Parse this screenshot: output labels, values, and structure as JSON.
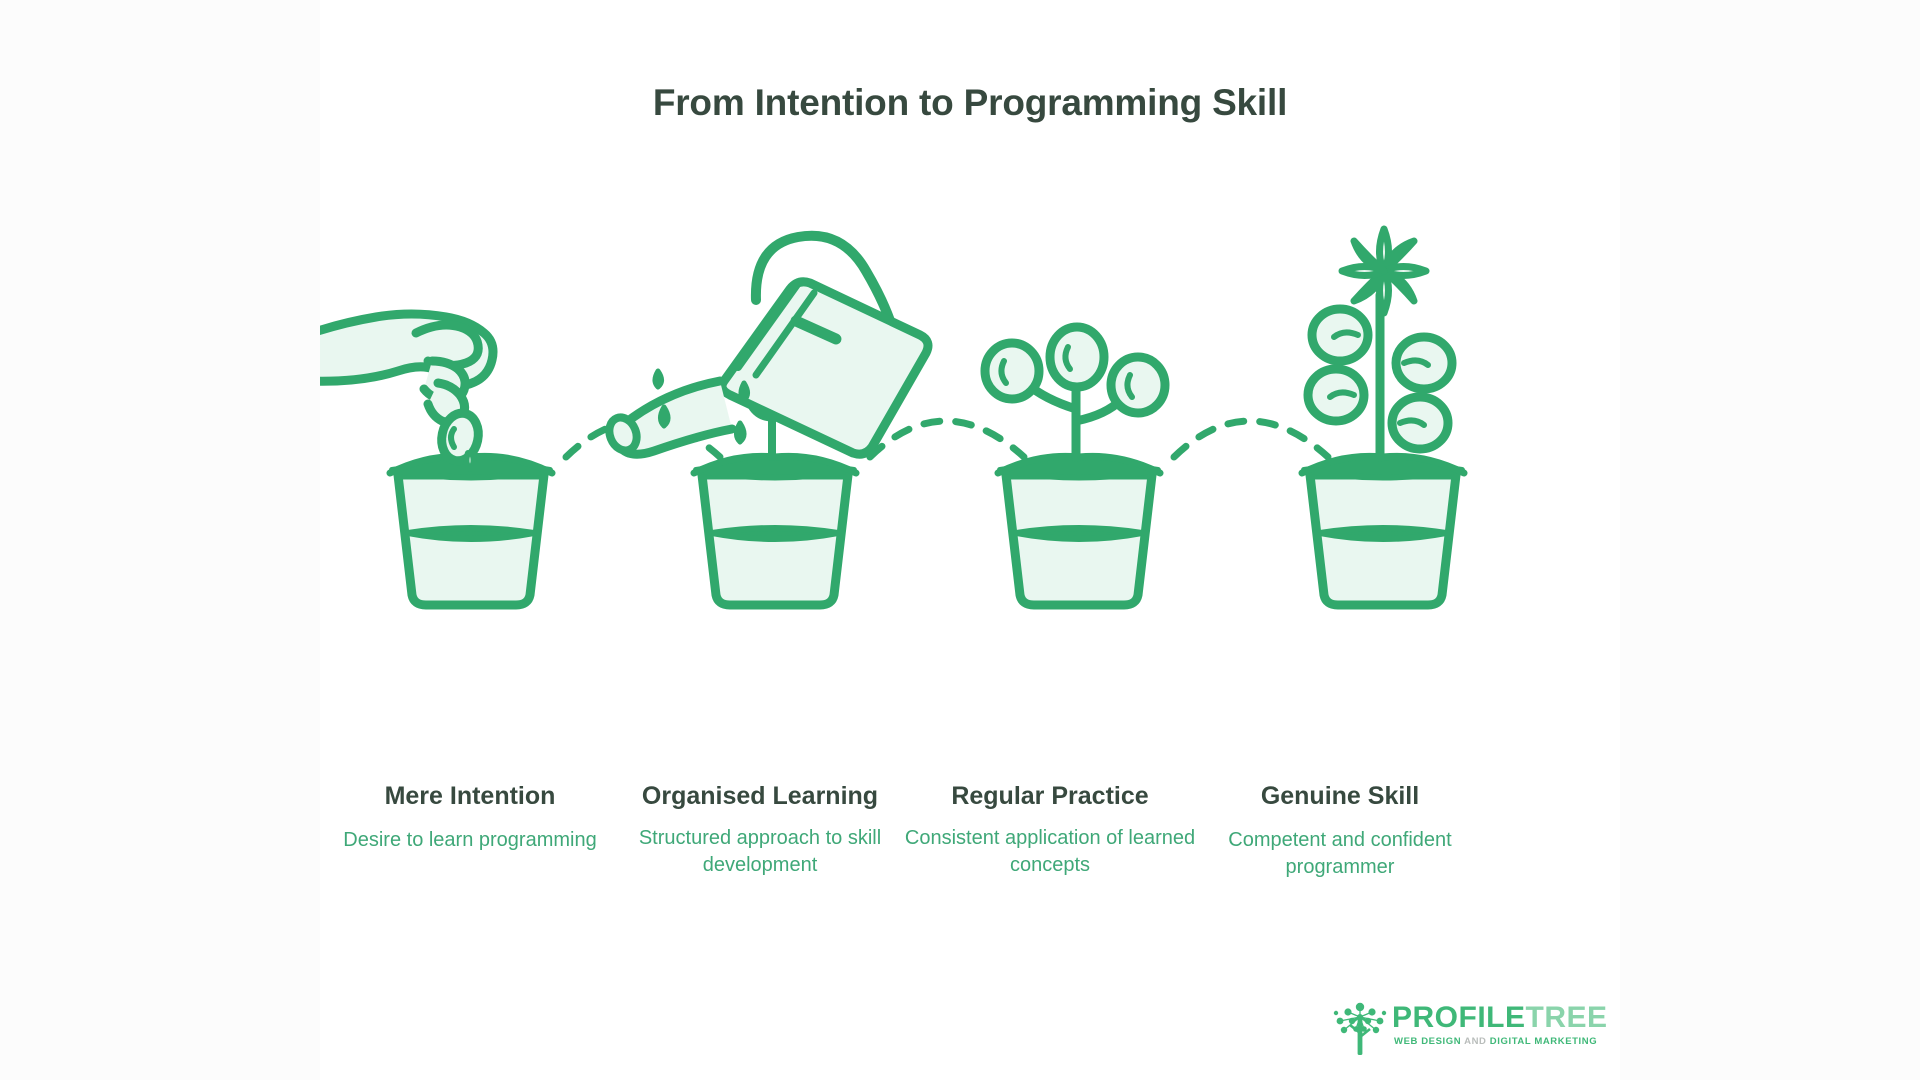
{
  "page": {
    "title": "From Intention to Programming Skill",
    "background_color": "#ffffff",
    "accent_green": "#31a86c",
    "light_green_fill": "#e8f6ef",
    "heading_color": "#37493f",
    "body_text_color": "#3fa878"
  },
  "stages": [
    {
      "heading": "Mere Intention",
      "description": "Desire to learn programming",
      "icon": "hand-planting-seed-icon"
    },
    {
      "heading": "Organised Learning",
      "description": "Structured approach to skill development",
      "icon": "watering-can-icon"
    },
    {
      "heading": "Regular Practice",
      "description": "Consistent application of learned concepts",
      "icon": "sprout-icon"
    },
    {
      "heading": "Genuine Skill",
      "description": "Competent and confident programmer",
      "icon": "flowering-plant-icon"
    }
  ],
  "logo": {
    "name_part1": "PROFILE",
    "name_part2": "TREE",
    "tagline_part1": "WEB DESIGN",
    "tagline_part2": "AND",
    "tagline_part3": "DIGITAL MARKETING",
    "mark": "tree-icon"
  }
}
